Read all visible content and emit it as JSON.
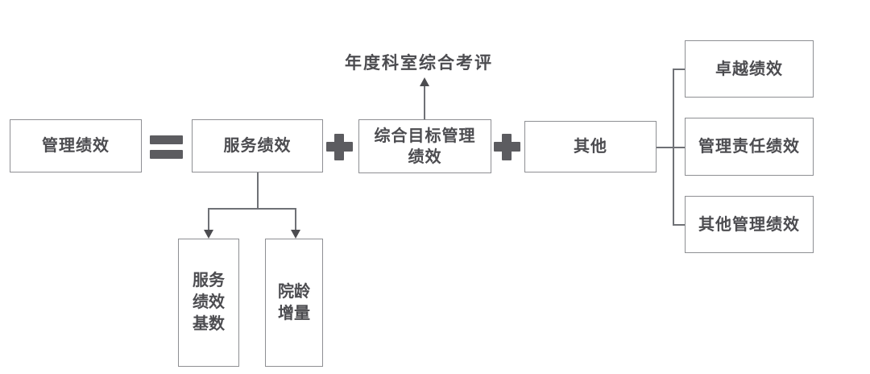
{
  "diagram": {
    "title": "年度科室综合考评",
    "operators": {
      "equals": "=",
      "plus1": "+",
      "plus2": "+"
    },
    "nodes": {
      "management_performance": "管理绩效",
      "service_performance": "服务绩效",
      "comprehensive_target_management_performance": "综合目标管理绩效",
      "other": "其他",
      "service_performance_base": "服务绩效基数",
      "hospital_age_increment": "院龄增量",
      "excellence_performance": "卓越绩效",
      "management_responsibility_performance": "管理责任绩效",
      "other_management_performance": "其他管理绩效"
    },
    "node_lines": {
      "comprehensive_target_line1": "综合目标管理",
      "comprehensive_target_line2": "绩效",
      "service_base_line1": "服务",
      "service_base_line2": "绩效",
      "service_base_line3": "基数",
      "hospital_age_line1": "院龄",
      "hospital_age_line2": "增量"
    },
    "colors": {
      "box_border": "#8e8f93",
      "text": "#4c4c50",
      "connector": "#6f7176",
      "operator": "#5c5c60",
      "background": "#ffffff"
    }
  }
}
